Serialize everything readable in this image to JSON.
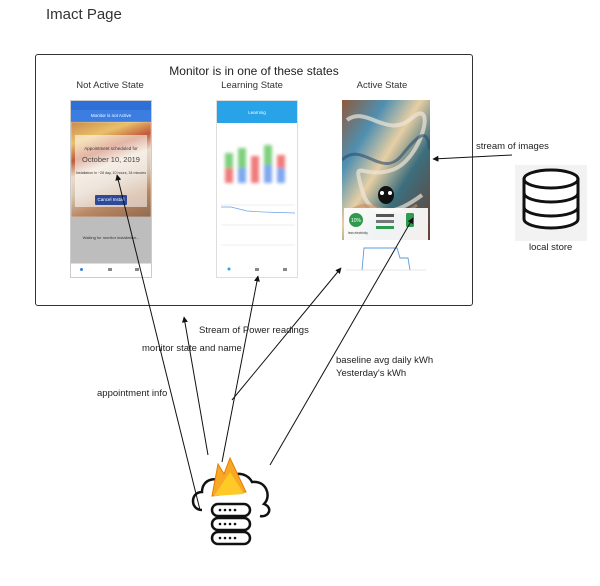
{
  "page_title": "Imact Page",
  "frame_title": "Monitor is in one of these states",
  "states": {
    "not_active": {
      "label": "Not Active State",
      "screen": {
        "header": "Monitor is not Active",
        "appointment": "Appointment scheduled for",
        "date": "October 10, 2019",
        "window": "Installation in ~28 day, 10 hours, 34 minutes",
        "cancel_button": "Cancel Install",
        "waiting": "Waiting for monitor installation..."
      }
    },
    "learning": {
      "label": "Learning State",
      "screen": {
        "header": "Learning"
      }
    },
    "active": {
      "label": "Active State",
      "screen": {
        "badge": "10%",
        "caption": "less electricity"
      }
    }
  },
  "flows": {
    "stream_of_images": "stream of images",
    "local_store": "local store",
    "stream_of_power": "Stream of Power readings",
    "monitor_state": "monitor state and name",
    "appointment_info": "appointment info",
    "baseline_line1": "baseline avg daily kWh",
    "baseline_line2": "Yesterday's kWh"
  },
  "colors": {
    "arrow": "#111111",
    "cancel_button": "#2d4a9a",
    "learning_header": "#29a3e8",
    "firebase_orange": "#f9a825",
    "badge_green": "#2e9b4f"
  },
  "icons": [
    "database-icon",
    "firebase-icon",
    "cloud-icon",
    "server-stack-icon"
  ]
}
